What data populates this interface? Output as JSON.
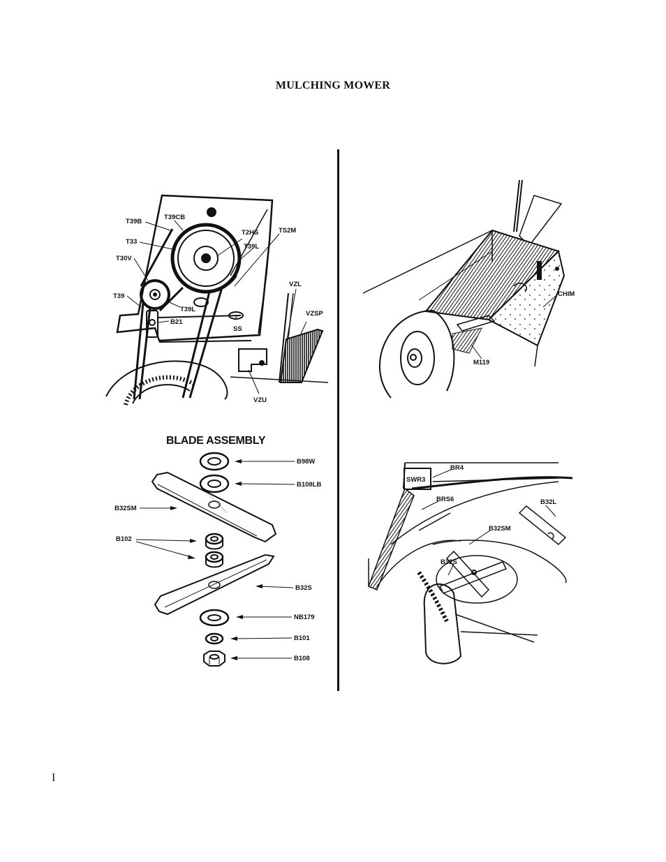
{
  "page": {
    "title": "MULCHING MOWER",
    "page_mark": "I"
  },
  "belt_drive": {
    "labels": {
      "t39b": "T39B",
      "t39cb": "T39CB",
      "t33": "T33",
      "t30v": "T30V",
      "t39": "T39",
      "t2hs": "T2HS",
      "ts2m": "TS2M",
      "t39l_top": "T39L",
      "t39l_bottom": "T39L",
      "b21": "B21",
      "ss": "SS",
      "vzl": "VZL",
      "vzsp": "VZSP",
      "vzu": "VZU"
    }
  },
  "chute": {
    "labels": {
      "chim": "CHIM",
      "m119": "M119"
    }
  },
  "blade_assembly": {
    "title": "BLADE ASSEMBLY",
    "labels": {
      "b98w": "B98W",
      "b108lb": "B108LB",
      "b32sm": "B32SM",
      "b102": "B102",
      "b32s": "B32S",
      "nb179": "NB179",
      "b101": "B101",
      "b108": "B108"
    }
  },
  "deck_view": {
    "labels": {
      "swr3": "SWR3",
      "br4": "BR4",
      "brs6": "BRS6",
      "b32l": "B32L",
      "b32sm": "B32SM",
      "b32s": "B32S"
    }
  }
}
